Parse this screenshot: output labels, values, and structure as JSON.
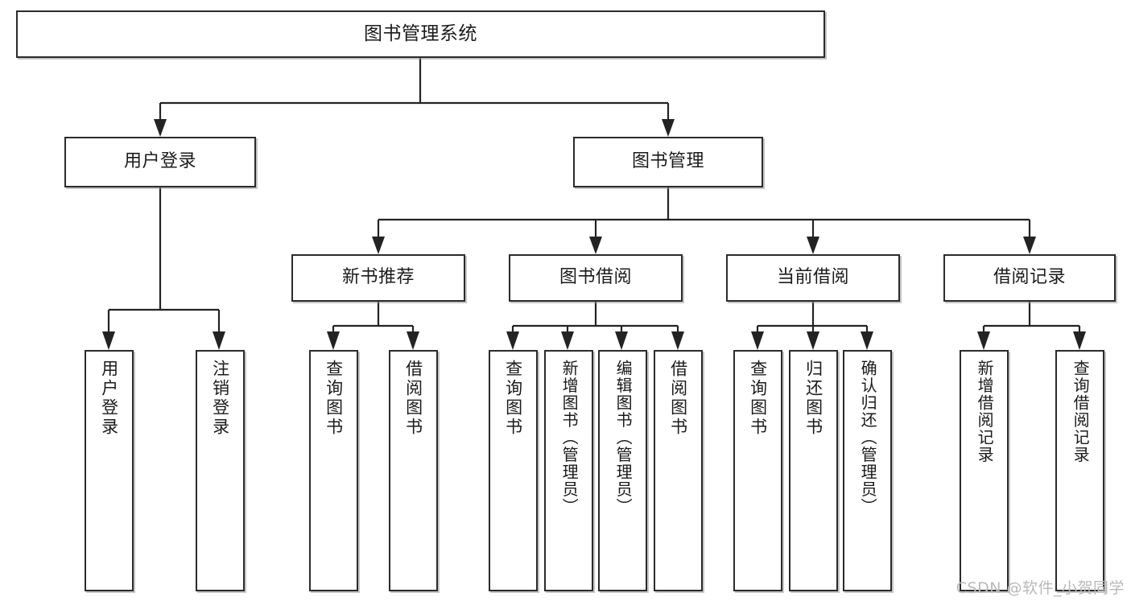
{
  "diagram": {
    "title": "图书管理系统",
    "type": "hierarchy-tree",
    "watermark": "CSDN @软件_小贺同学",
    "colors": {
      "box_border": "#2b2b2b",
      "box_fill": "#ffffff",
      "connector": "#232323",
      "text": "#1b1b1b",
      "watermark": "#b9b9b9",
      "background": "#ffffff"
    }
  },
  "nodes": {
    "root": {
      "label": "图书管理系统"
    },
    "level2": [
      {
        "label": "用户登录"
      },
      {
        "label": "图书管理"
      }
    ],
    "level3": [
      {
        "label": "新书推荐"
      },
      {
        "label": "图书借阅"
      },
      {
        "label": "当前借阅"
      },
      {
        "label": "借阅记录"
      }
    ],
    "leaves": {
      "user_login": [
        {
          "label": "用户登录"
        },
        {
          "label": "注销登录"
        }
      ],
      "new_book": [
        {
          "label": "查询图书"
        },
        {
          "label": "借阅图书"
        }
      ],
      "book_borrow": [
        {
          "label": "查询图书"
        },
        {
          "label": "新增图书（管理员）"
        },
        {
          "label": "编辑图书（管理员）"
        },
        {
          "label": "借阅图书"
        }
      ],
      "current_borrow": [
        {
          "label": "查询图书"
        },
        {
          "label": "归还图书"
        },
        {
          "label": "确认归还（管理员）"
        }
      ],
      "borrow_record": [
        {
          "label": "新增借阅记录"
        },
        {
          "label": "查询借阅记录"
        }
      ]
    }
  },
  "tree_structure": {
    "图书管理系统": {
      "用户登录": [
        "用户登录",
        "注销登录"
      ],
      "图书管理": {
        "新书推荐": [
          "查询图书",
          "借阅图书"
        ],
        "图书借阅": [
          "查询图书",
          "新增图书（管理员）",
          "编辑图书（管理员）",
          "借阅图书"
        ],
        "当前借阅": [
          "查询图书",
          "归还图书",
          "确认归还（管理员）"
        ],
        "借阅记录": [
          "新增借阅记录",
          "查询借阅记录"
        ]
      }
    }
  }
}
